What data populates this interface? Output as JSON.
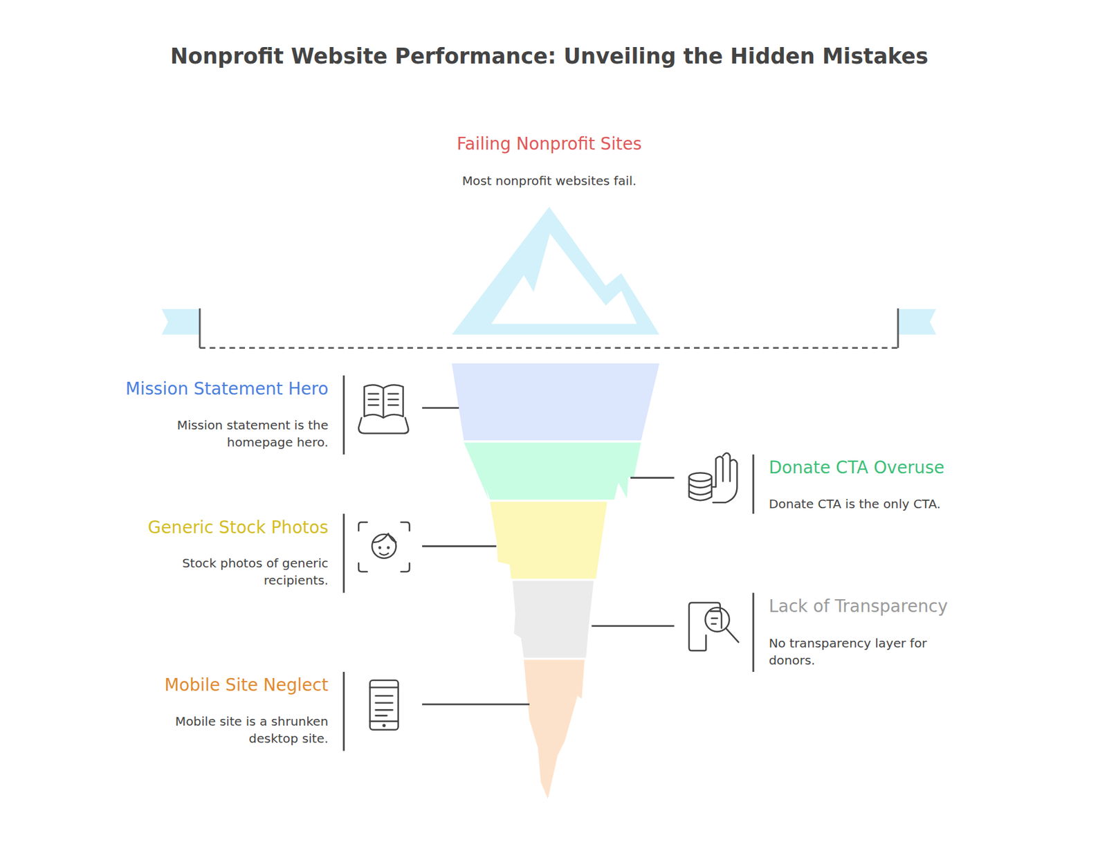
{
  "diagram": {
    "title": "Nonprofit Website Performance: Unveiling the Hidden Mistakes",
    "labels": [
      "Failing Nonprofit Sites",
      "Most nonprofit websites fail.",
      "Mission Statement Hero",
      "Mission statement is the homepage hero.",
      "Donate CTA Overuse",
      "Donate CTA is the only CTA.",
      "Generic Stock Photos",
      "Stock photos of generic recipients.",
      "Lack of Transparency",
      "No transparency layer for donors.",
      "Mobile Site Neglect",
      "Mobile site is a shrunken desktop site."
    ]
  }
}
